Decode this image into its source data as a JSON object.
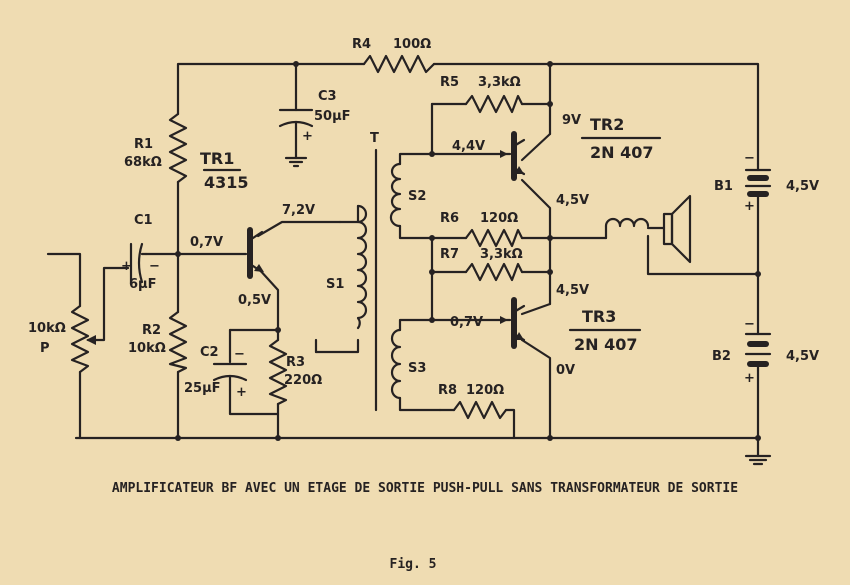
{
  "components": {
    "r1": {
      "ref": "R1",
      "value": "68kΩ"
    },
    "r2": {
      "ref": "R2",
      "value": "10kΩ"
    },
    "r3": {
      "ref": "R3",
      "value": "220Ω"
    },
    "r4": {
      "ref": "R4",
      "value": "100Ω"
    },
    "r5": {
      "ref": "R5",
      "value": "3,3kΩ"
    },
    "r6": {
      "ref": "R6",
      "value": "120Ω"
    },
    "r7": {
      "ref": "R7",
      "value": "3,3kΩ"
    },
    "r8": {
      "ref": "R8",
      "value": "120Ω"
    },
    "c1": {
      "ref": "C1",
      "value": "6µF"
    },
    "c2": {
      "ref": "C2",
      "value": "25µF"
    },
    "c3": {
      "ref": "C3",
      "value": "50µF"
    },
    "p": {
      "ref": "P",
      "value": "10kΩ"
    },
    "tr1": {
      "ref": "TR1",
      "type": "4315"
    },
    "tr2": {
      "ref": "TR2",
      "type": "2N 407"
    },
    "tr3": {
      "ref": "TR3",
      "type": "2N 407"
    },
    "t": {
      "ref": "T",
      "s1": "S1",
      "s2": "S2",
      "s3": "S3"
    },
    "b1": {
      "ref": "B1",
      "value": "4,5V"
    },
    "b2": {
      "ref": "B2",
      "value": "4,5V"
    }
  },
  "voltages": {
    "tr1_base": "0,7V",
    "tr1_collector": "7,2V",
    "tr1_emitter": "0,5V",
    "tr2_base": "4,4V",
    "tr2_collector": "9V",
    "tr2_emitter": "4,5V",
    "tr3_collector": "4,5V",
    "tr3_base": "0,7V",
    "tr3_emitter": "0V"
  },
  "symbols": {
    "plus": "+",
    "minus": "−"
  },
  "caption": "AMPLIFICATEUR BF AVEC UN ETAGE DE SORTIE PUSH-PULL SANS TRANSFORMATEUR DE SORTIE",
  "figure_label": "Fig. 5",
  "colors": {
    "paper": "#efdcb2",
    "ink": "#262222"
  }
}
